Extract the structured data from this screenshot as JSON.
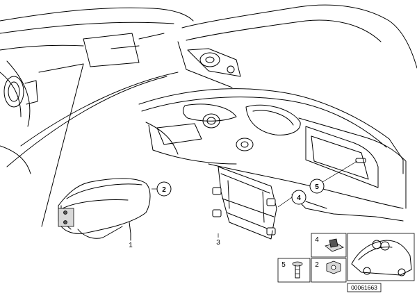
{
  "diagram": {
    "callouts_circled": [
      "2",
      "4",
      "5"
    ],
    "part_labels": [
      "1",
      "3"
    ],
    "legend": [
      {
        "num": "4"
      },
      {
        "num": "5"
      },
      {
        "num": "2"
      }
    ],
    "image_code": "00061663"
  }
}
